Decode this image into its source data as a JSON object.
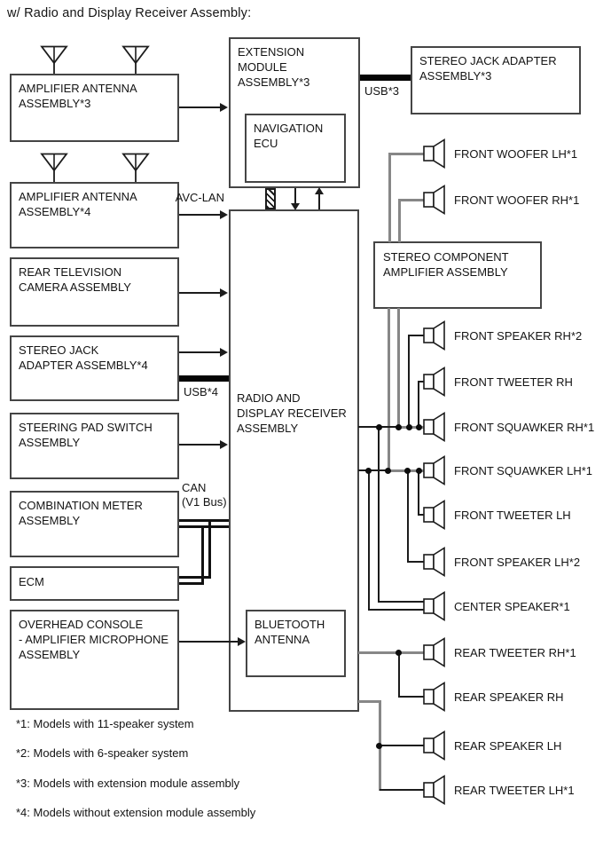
{
  "page": {
    "title": "w/ Radio and Display Receiver Assembly:"
  },
  "boxes": {
    "amplifier_antenna_3": "AMPLIFIER ANTENNA\nASSEMBLY*3",
    "amplifier_antenna_4": "AMPLIFIER ANTENNA\nASSEMBLY*4",
    "rear_tv_camera": "REAR TELEVISION\nCAMERA ASSEMBLY",
    "stereo_jack_4": "STEREO JACK\nADAPTER ASSEMBLY*4",
    "steering_pad": "STEERING PAD SWITCH\nASSEMBLY",
    "combination_meter": "COMBINATION METER\nASSEMBLY",
    "ecm": "ECM",
    "overhead_console": "OVERHEAD CONSOLE\n- AMPLIFIER MICROPHONE\nASSEMBLY",
    "extension_module": "EXTENSION MODULE\nASSEMBLY*3",
    "navigation_ecu": "NAVIGATION\nECU",
    "stereo_jack_3": "STEREO JACK ADAPTER\nASSEMBLY*3",
    "radio_display": "RADIO AND\nDISPLAY RECEIVER\nASSEMBLY",
    "bluetooth_antenna": "BLUETOOTH\nANTENNA",
    "stereo_component_amp": "STEREO COMPONENT\nAMPLIFIER ASSEMBLY"
  },
  "bus_labels": {
    "avc_lan": "AVC-LAN",
    "usb3": "USB*3",
    "usb4": "USB*4",
    "can": "CAN\n(V1 Bus)"
  },
  "speakers": [
    {
      "label": "FRONT WOOFER LH*1"
    },
    {
      "label": "FRONT WOOFER RH*1"
    },
    {
      "label": "FRONT SPEAKER RH*2"
    },
    {
      "label": "FRONT TWEETER RH"
    },
    {
      "label": "FRONT SQUAWKER RH*1"
    },
    {
      "label": "FRONT SQUAWKER LH*1"
    },
    {
      "label": "FRONT TWEETER LH"
    },
    {
      "label": "FRONT SPEAKER LH*2"
    },
    {
      "label": "CENTER SPEAKER*1"
    },
    {
      "label": "REAR TWEETER RH*1"
    },
    {
      "label": "REAR SPEAKER RH"
    },
    {
      "label": "REAR SPEAKER LH"
    },
    {
      "label": "REAR TWEETER LH*1"
    }
  ],
  "footnotes": [
    "*1: Models with 11-speaker system",
    "*2: Models with 6-speaker system",
    "*3: Models with extension module assembly",
    "*4: Models without extension module assembly"
  ],
  "colors": {
    "background": "#ffffff",
    "box_border": "#454545",
    "wire": "#1c1c1c",
    "amplifier_wire": "#878787"
  }
}
